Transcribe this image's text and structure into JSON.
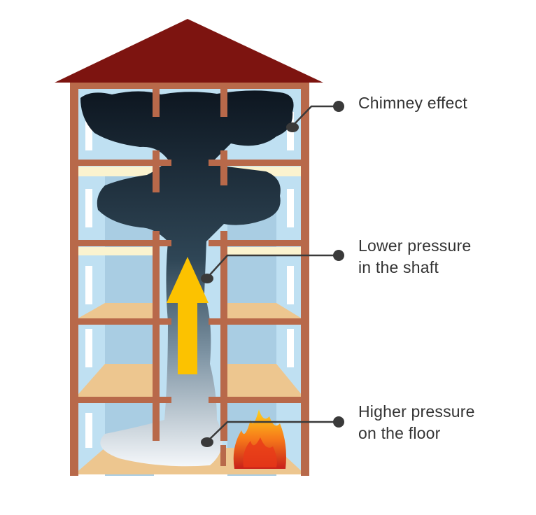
{
  "labels": {
    "chimney": "Chimney effect",
    "lower_line1": "Lower pressure",
    "lower_line2": "in the shaft",
    "higher_line1": "Higher pressure",
    "higher_line2": "on the floor"
  },
  "colors": {
    "roof": "#7d1410",
    "beam": "#b8694a",
    "room": "#bfe0f2",
    "floor": "#edc68f",
    "smoke_dark": "#0f1a24",
    "arrow": "#fcc200",
    "leader": "#3a3a3a"
  }
}
